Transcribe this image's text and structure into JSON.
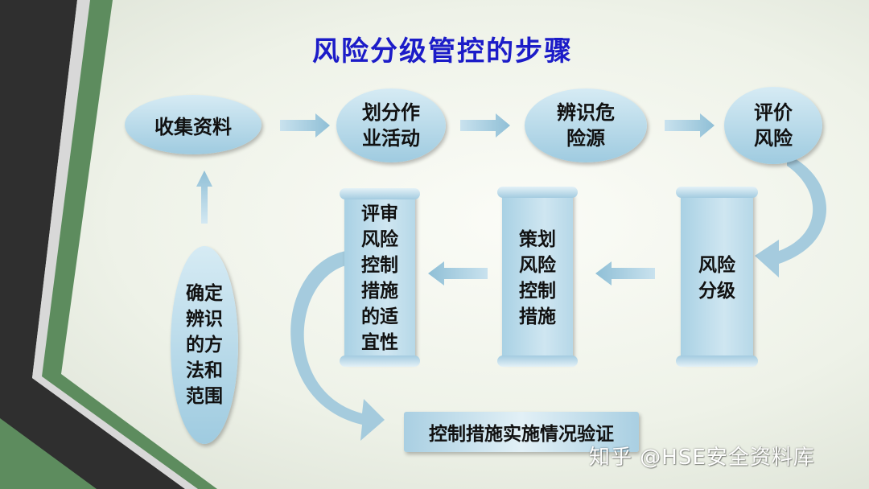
{
  "title": "风险分级管控的步骤",
  "nodes": {
    "collect": "收集资料",
    "divide_line1": "划分作",
    "divide_line2": "业活动",
    "identify_line1": "辨识危",
    "identify_line2": "险源",
    "evaluate_line1": "评价",
    "evaluate_line2": "风险",
    "classify": [
      "风险",
      "分级"
    ],
    "plan": [
      "策划",
      "风险",
      "控制",
      "措施"
    ],
    "review": [
      "评审",
      "风险",
      "控制",
      "措施",
      "的适",
      "宜性"
    ],
    "scope": [
      "确定",
      "辨识",
      "的方",
      "法和",
      "范围"
    ],
    "verify": "控制措施实施情况验证"
  },
  "watermark": "知乎 @HSE安全资料库",
  "colors": {
    "title": "#1c1cc8",
    "shape_fill": "#a9d1e4",
    "arrow": "#9cc6dc",
    "stripe_green": "#5d8c5e",
    "stripe_dark": "#3d3d3d"
  }
}
